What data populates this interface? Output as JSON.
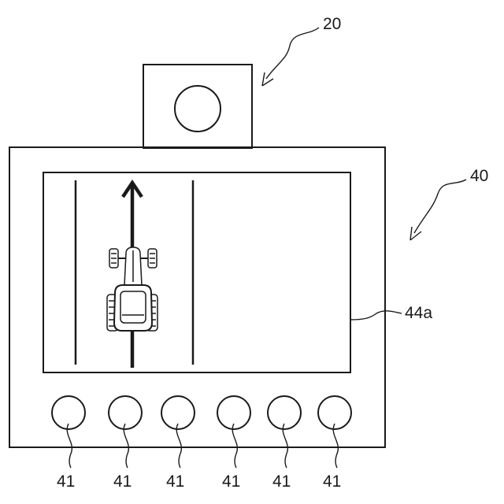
{
  "labels": {
    "camera": "20",
    "terminal": "40",
    "screen": "44a",
    "buttons": [
      "41",
      "41",
      "41",
      "41",
      "41",
      "41"
    ]
  },
  "colors": {
    "line": "#1a1a1a",
    "background": "#ffffff"
  },
  "icons": {
    "vehicle": "tractor-top-view-icon",
    "direction": "up-arrow-icon",
    "camera": "camera-lens-icon"
  }
}
